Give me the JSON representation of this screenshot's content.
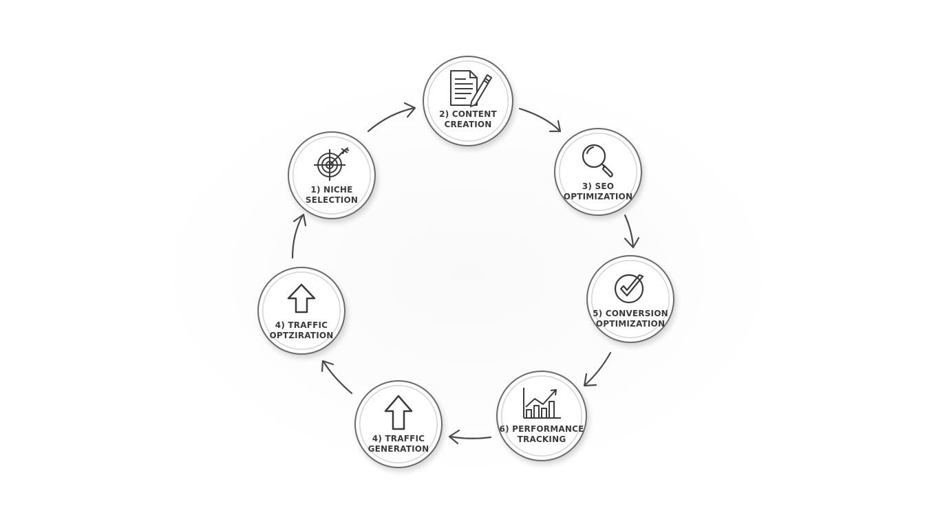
{
  "diagram": {
    "type": "cycle",
    "colors": {
      "stroke": "#4a4a4a",
      "ring": "#6a6a6a",
      "text": "#3a3a3a",
      "background": "#ffffff"
    },
    "nodes": [
      {
        "id": "niche-selection",
        "step": "1)",
        "line1": "1) NICHE",
        "line2": "SELECTION",
        "icon": "target-icon"
      },
      {
        "id": "content-creation",
        "step": "2)",
        "line1": "2) CONTENT",
        "line2": "CREATION",
        "icon": "document-pen-icon"
      },
      {
        "id": "seo-optimization",
        "step": "3)",
        "line1": "3) SEO",
        "line2": "OPTIMIZATION",
        "icon": "magnifier-icon"
      },
      {
        "id": "conversion-optimization",
        "step": "5)",
        "line1": "5) CONVERSION",
        "line2": "OPTIMIZATION",
        "icon": "checkmark-circle-icon"
      },
      {
        "id": "performance-tracking",
        "step": "6)",
        "line1": "6) PERFORMANCE",
        "line2": "TRACKING",
        "icon": "bar-chart-trend-icon"
      },
      {
        "id": "traffic-generation",
        "step": "4)",
        "line1": "4) TRAFFIC",
        "line2": "GENERATION",
        "icon": "up-arrow-icon"
      },
      {
        "id": "traffic-optimization",
        "step": "4)",
        "line1": "4) TRAFFIC",
        "line2": "OPTZIRATION",
        "icon": "up-arrow-icon"
      }
    ],
    "edges": [
      {
        "from": "niche-selection",
        "to": "content-creation"
      },
      {
        "from": "content-creation",
        "to": "seo-optimization"
      },
      {
        "from": "seo-optimization",
        "to": "conversion-optimization"
      },
      {
        "from": "conversion-optimization",
        "to": "performance-tracking"
      },
      {
        "from": "performance-tracking",
        "to": "traffic-generation"
      },
      {
        "from": "traffic-generation",
        "to": "traffic-optimization"
      },
      {
        "from": "traffic-optimization",
        "to": "niche-selection"
      }
    ]
  }
}
